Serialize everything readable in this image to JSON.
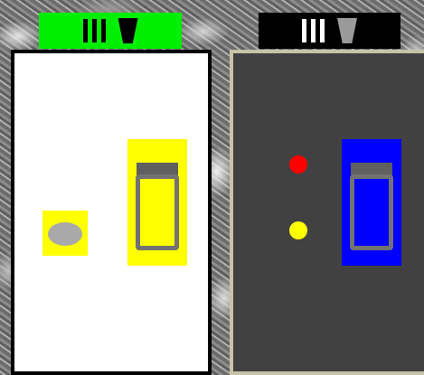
{
  "top_bars": [
    {
      "id": "left",
      "background": "#00ee00",
      "tally_count": 3,
      "tally_color": "#000000",
      "cup_color": "#000000",
      "icons": [
        "tally-icon",
        "cup-icon"
      ]
    },
    {
      "id": "right",
      "background": "#000000",
      "tally_count": 3,
      "tally_color": "#ffffff",
      "cup_color": "#9a9a9a",
      "icons": [
        "tally-icon",
        "cup-icon"
      ]
    }
  ],
  "panels": {
    "left": {
      "background": "#ffffff",
      "border": "#000000",
      "items": [
        {
          "icon": "capsule-icon",
          "pad_color": "#ffff00",
          "shape_color": "#a9a9a9"
        },
        {
          "icon": "jar-icon",
          "pad_color": "#ffff00",
          "fill_color": "#ffff00"
        }
      ]
    },
    "right": {
      "background": "#414141",
      "border": "#c8c3a8",
      "items": [
        {
          "icon": "red-dot-icon",
          "color": "#ff0000"
        },
        {
          "icon": "yellow-dot-icon",
          "color": "#ffff00"
        },
        {
          "icon": "jar-icon",
          "pad_color": "#0000ff",
          "fill_color": "#0000ff"
        }
      ]
    }
  }
}
